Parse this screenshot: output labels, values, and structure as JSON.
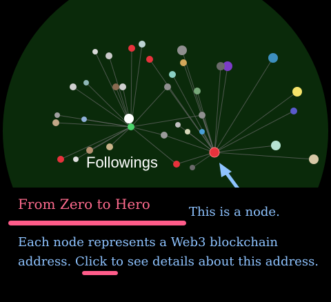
{
  "graph": {
    "label": "Followings",
    "colors": {
      "background": "#0a2a0a",
      "edge": "#6b6b6b",
      "selected_node": "#e8323c",
      "arrow": "#8ec3ff"
    },
    "nodes": [
      {
        "color": "#e8323c",
        "selected": true
      },
      {
        "color": "#d8d8d8"
      },
      {
        "color": "#c9c9c9"
      },
      {
        "color": "#e8323c"
      },
      {
        "color": "#bcd3d3"
      },
      {
        "color": "#8f8f8f"
      },
      {
        "color": "#e8323c"
      },
      {
        "color": "#d4a85a"
      },
      {
        "color": "#8bd0c4"
      },
      {
        "color": "#8f8f8f"
      },
      {
        "color": "#78a87a"
      },
      {
        "color": "#cfcfcf"
      },
      {
        "color": "#8a6a50"
      },
      {
        "color": "#cfcfcf"
      },
      {
        "color": "#8fb7b7"
      },
      {
        "color": "#ffffff"
      },
      {
        "color": "#4ad36a"
      },
      {
        "color": "#f5e36a"
      },
      {
        "color": "#5a5acc"
      },
      {
        "color": "#7c3cc9"
      },
      {
        "color": "#6a6a6a"
      },
      {
        "color": "#3d8fbf"
      },
      {
        "color": "#909090"
      },
      {
        "color": "#4a9fd8"
      },
      {
        "color": "#b7e3d3"
      },
      {
        "color": "#d7c8a6"
      },
      {
        "color": "#b49070"
      },
      {
        "color": "#e8323c"
      },
      {
        "color": "#c9b48a"
      },
      {
        "color": "#9b9b9b"
      },
      {
        "color": "#e0e0e0"
      },
      {
        "color": "#e8323c"
      },
      {
        "color": "#c2a788"
      },
      {
        "color": "#a0a0a0"
      },
      {
        "color": "#8fb0d8"
      },
      {
        "color": "#6a6a6a"
      },
      {
        "color": "#d6d6b8"
      },
      {
        "color": "#c0c0c0"
      }
    ]
  },
  "tutorial": {
    "headline": "From Zero to Hero",
    "node_note": "This is a node.",
    "description": "Each node represents a Web3 blockchain address. Click to see details about this address.",
    "colors": {
      "headline": "#ff6b8e",
      "text": "#8ec3ff",
      "underline": "#ff5c8a"
    }
  }
}
